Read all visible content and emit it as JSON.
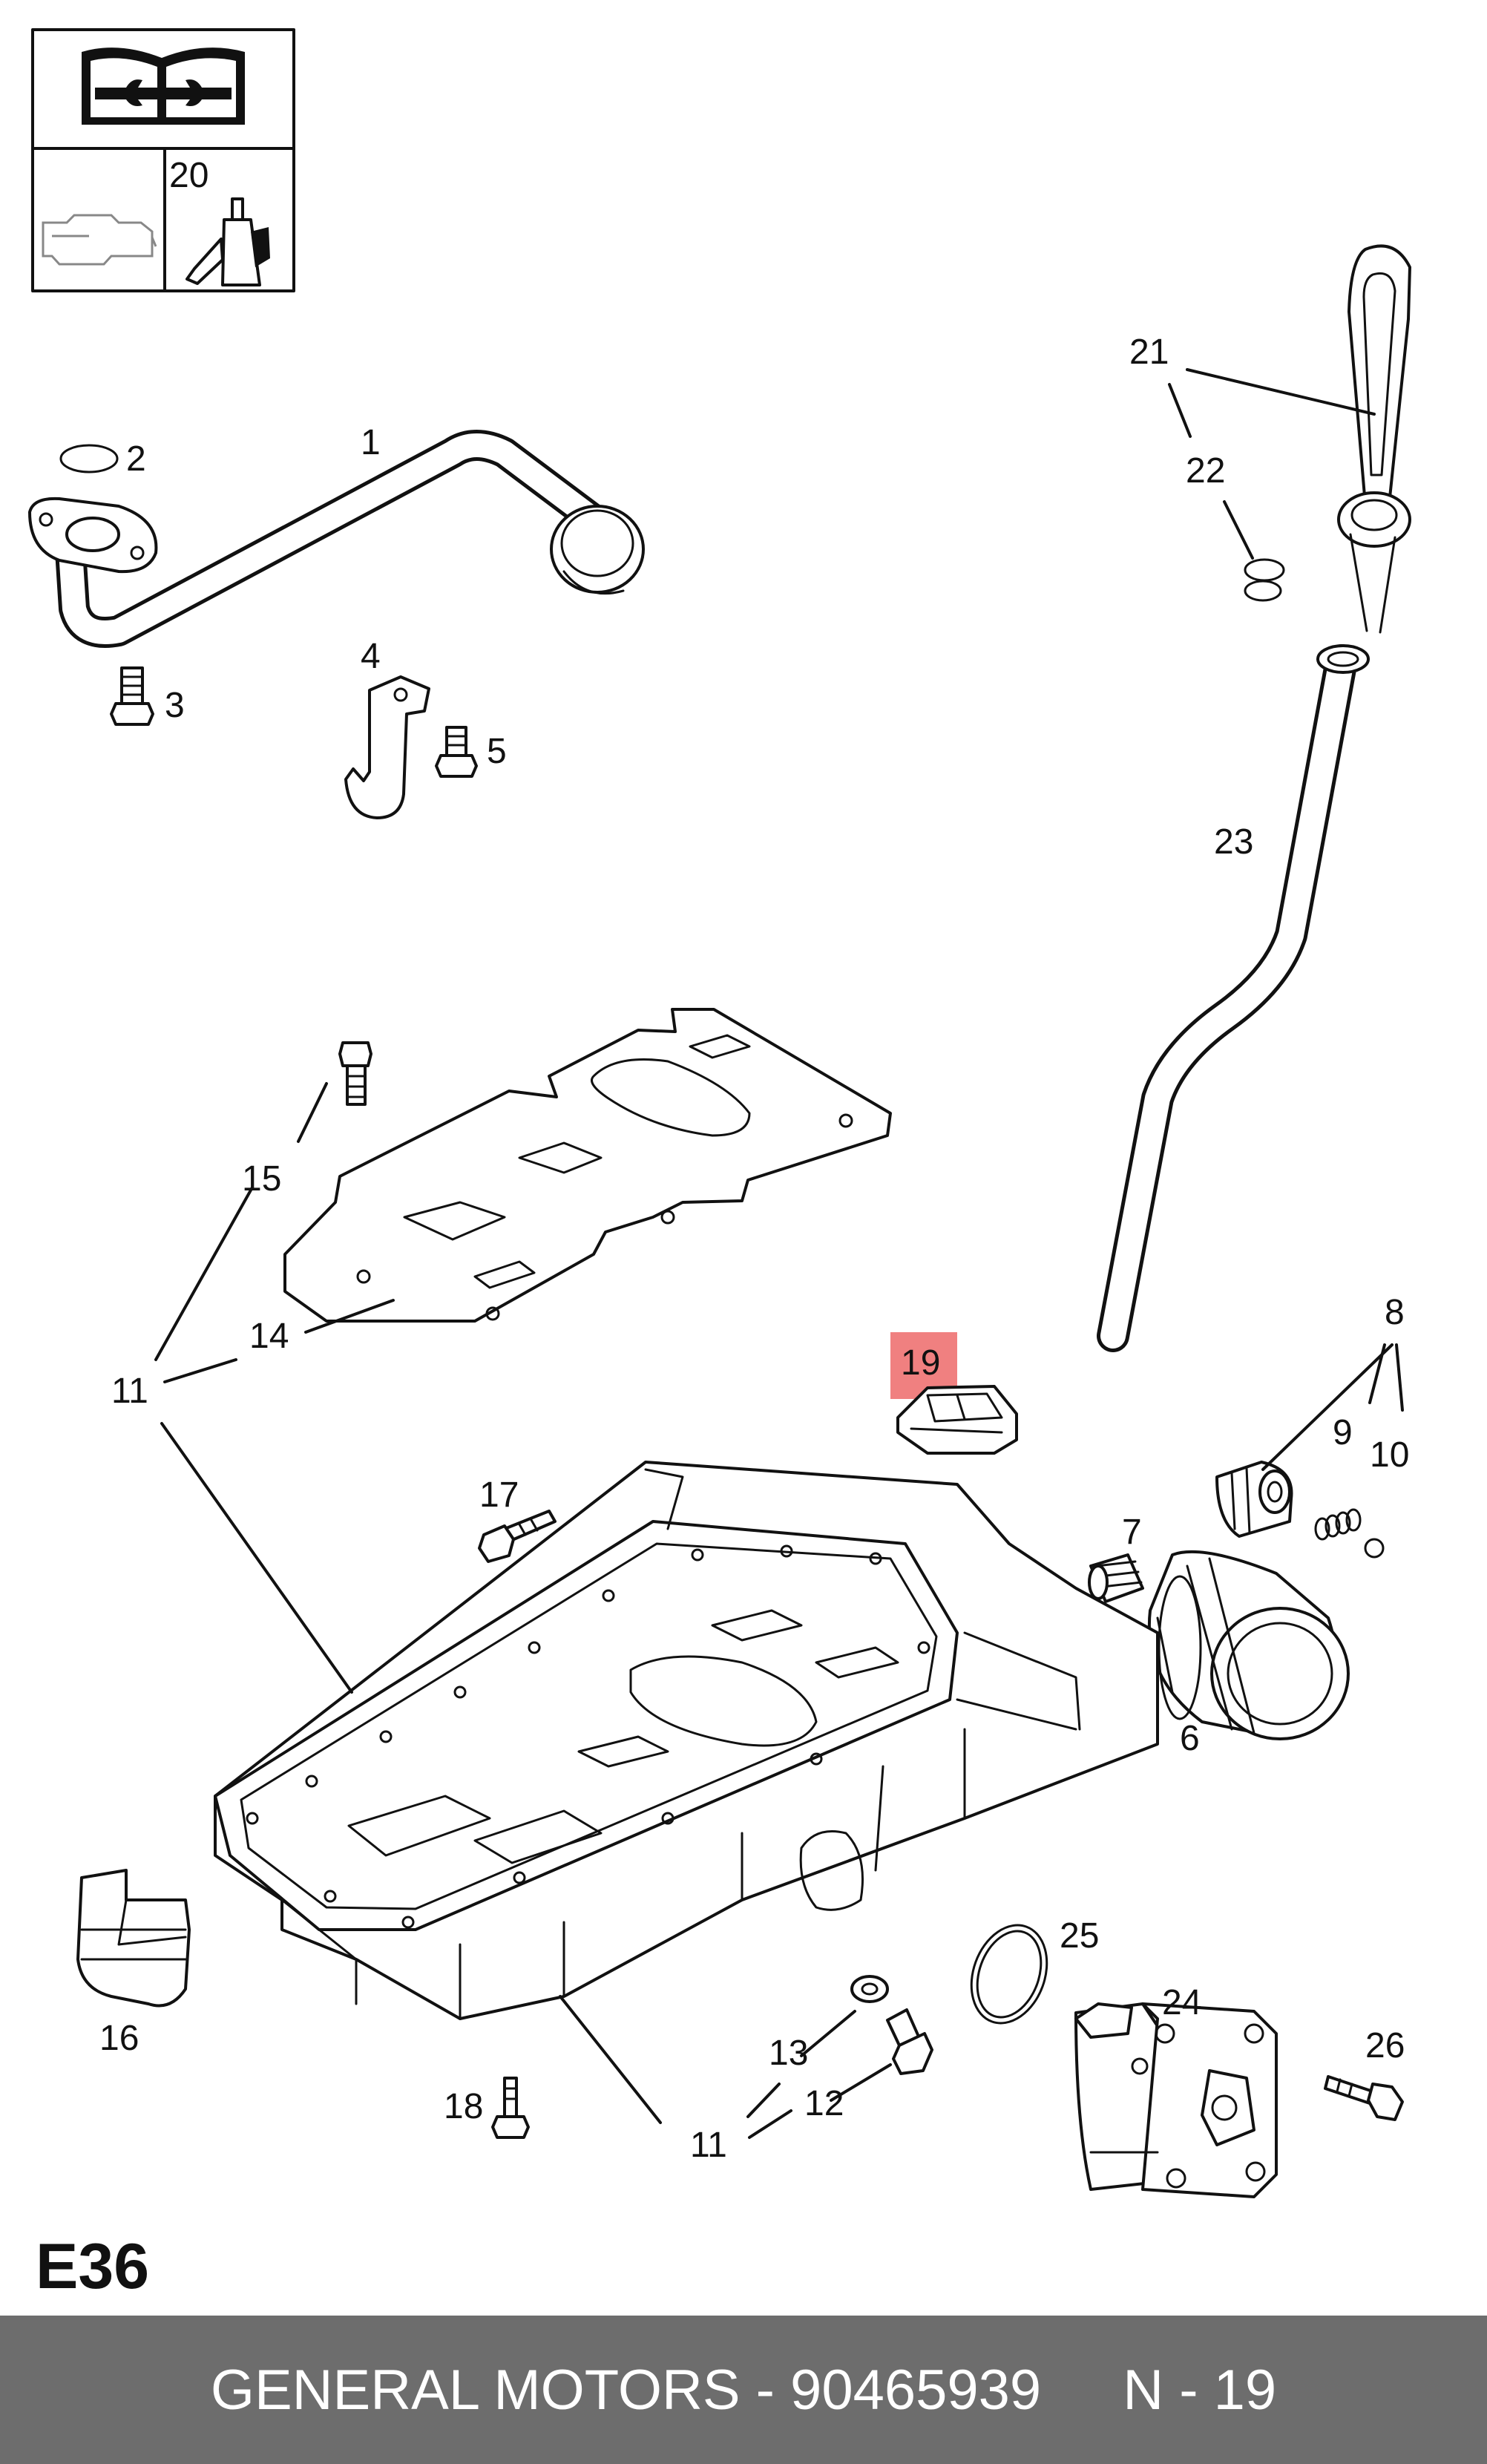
{
  "icon_box": {
    "label_20": "20"
  },
  "callouts": {
    "c1": "1",
    "c2": "2",
    "c3": "3",
    "c4": "4",
    "c5": "5",
    "c6": "6",
    "c7": "7",
    "c8": "8",
    "c9": "9",
    "c10": "10",
    "c11a": "11",
    "c11b": "11",
    "c12": "12",
    "c13": "13",
    "c14": "14",
    "c15": "15",
    "c16": "16",
    "c17": "17",
    "c18": "18",
    "c19": "19",
    "c21": "21",
    "c22": "22",
    "c23": "23",
    "c24": "24",
    "c25": "25",
    "c26": "26"
  },
  "highlight": {
    "part": "19",
    "color": "#f08080"
  },
  "diagram_code": "E36",
  "footer": {
    "brand_and_number": "GENERAL MOTORS - 90465939",
    "position": "N - 19",
    "background": "#6d6d6d"
  }
}
